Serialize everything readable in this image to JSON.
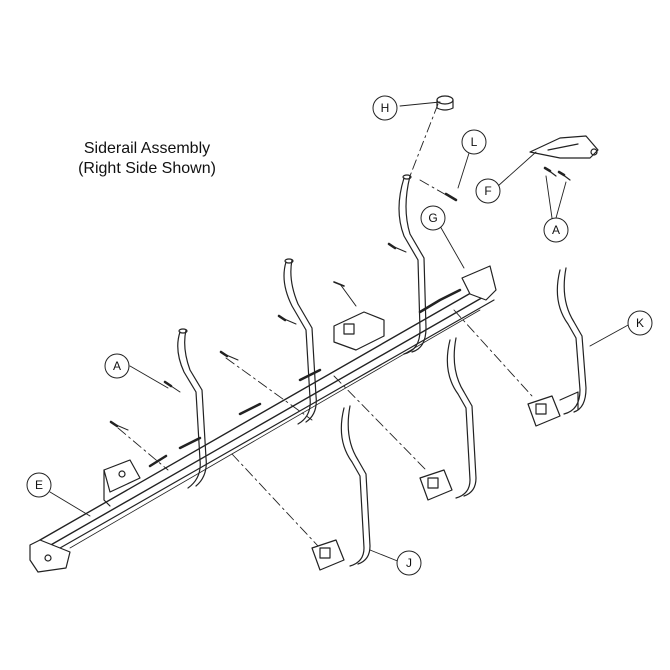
{
  "diagram": {
    "title_line1": "Siderail Assembly",
    "title_line2": "(Right Side Shown)",
    "callouts": {
      "H": "H",
      "L": "L",
      "F": "F",
      "A_top": "A",
      "G": "G",
      "K": "K",
      "A_left": "A",
      "E": "E",
      "J": "J"
    },
    "line_color": "#222222",
    "fill_color": "#ffffff"
  }
}
